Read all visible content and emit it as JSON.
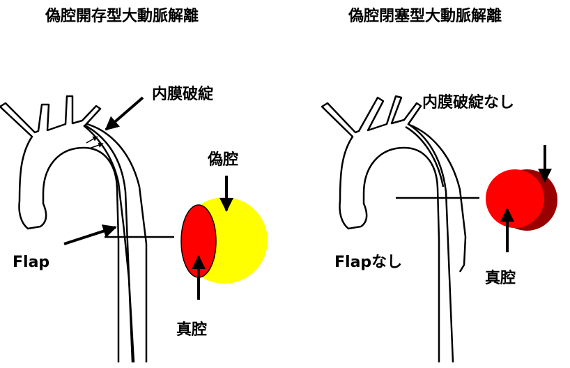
{
  "left": {
    "title": "偽腔開存型大動脈解離",
    "entry_label": "内膜破綻",
    "false_lumen_label": "偽腔",
    "flap_label": "Flap",
    "true_lumen_label": "真腔"
  },
  "right": {
    "title": "偽腔閉塞型大動脈解離",
    "entry_label": "内膜破綻なし",
    "flap_label": "Flapなし",
    "true_lumen_label": "真腔"
  },
  "colors": {
    "true_lumen": "#ff0000",
    "false_lumen_patent": "#ffff00",
    "false_lumen_thrombosed": "#990000",
    "outline": "#000000"
  }
}
